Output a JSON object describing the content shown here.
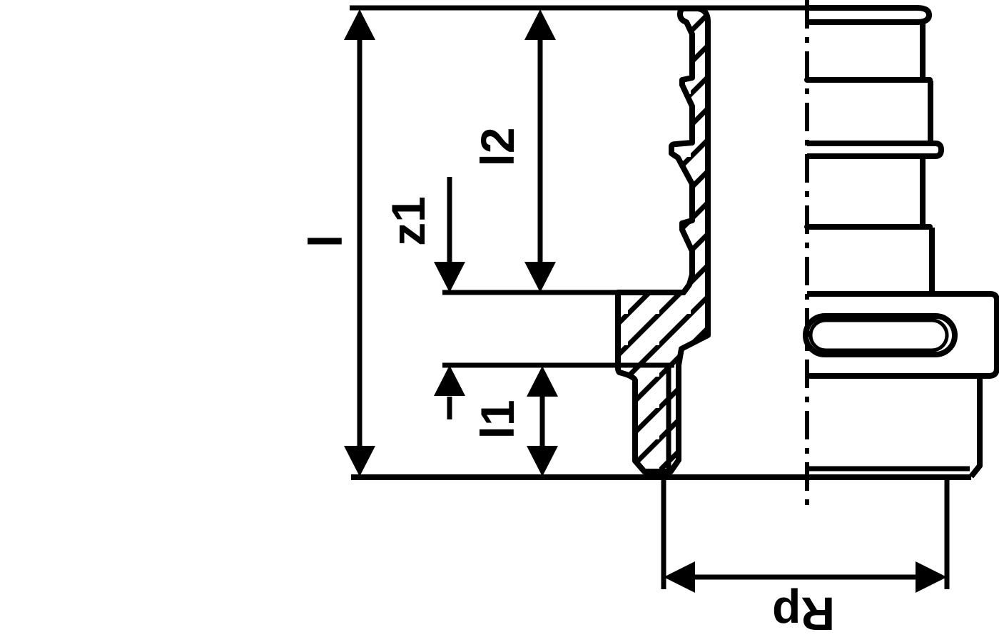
{
  "drawing": {
    "title": "pipe-fitting-cross-section",
    "background_color": "#ffffff",
    "line_color": "#000000",
    "labels": {
      "overall_length": "l",
      "upper_section_length": "l2",
      "offset_z": "z1",
      "lower_section_length": "l1",
      "thread_designation": "Rp"
    }
  }
}
